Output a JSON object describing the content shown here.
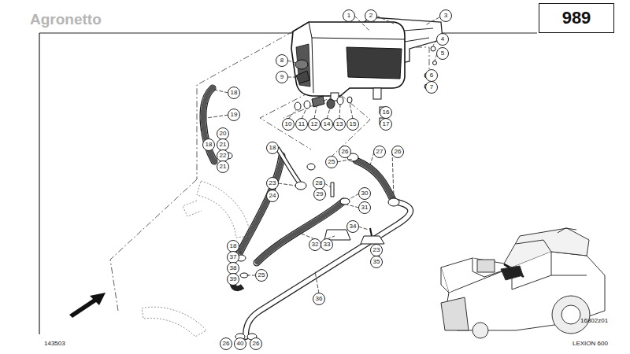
{
  "diagram": {
    "nodes": [
      {
        "text": [
          "989"
        ]
      }
    ],
    "labels": [
      "Agronetto",
      "1",
      "2",
      "3",
      "4",
      "5",
      "6",
      "7",
      "8",
      "9",
      "10",
      "11",
      "12",
      "14",
      "13",
      "15",
      "16",
      "17",
      "18",
      "19",
      "20",
      "18",
      "21",
      "22",
      "21",
      "18",
      "25",
      "26",
      "27",
      "26",
      "23",
      "28",
      "29",
      "30",
      "24",
      "31",
      "34",
      "23",
      "35",
      "18",
      "37",
      "38",
      "39",
      "25",
      "32",
      "33",
      "36",
      "26",
      "40",
      "26",
      "143503",
      "16802z01",
      "LEXION 600"
    ]
  }
}
